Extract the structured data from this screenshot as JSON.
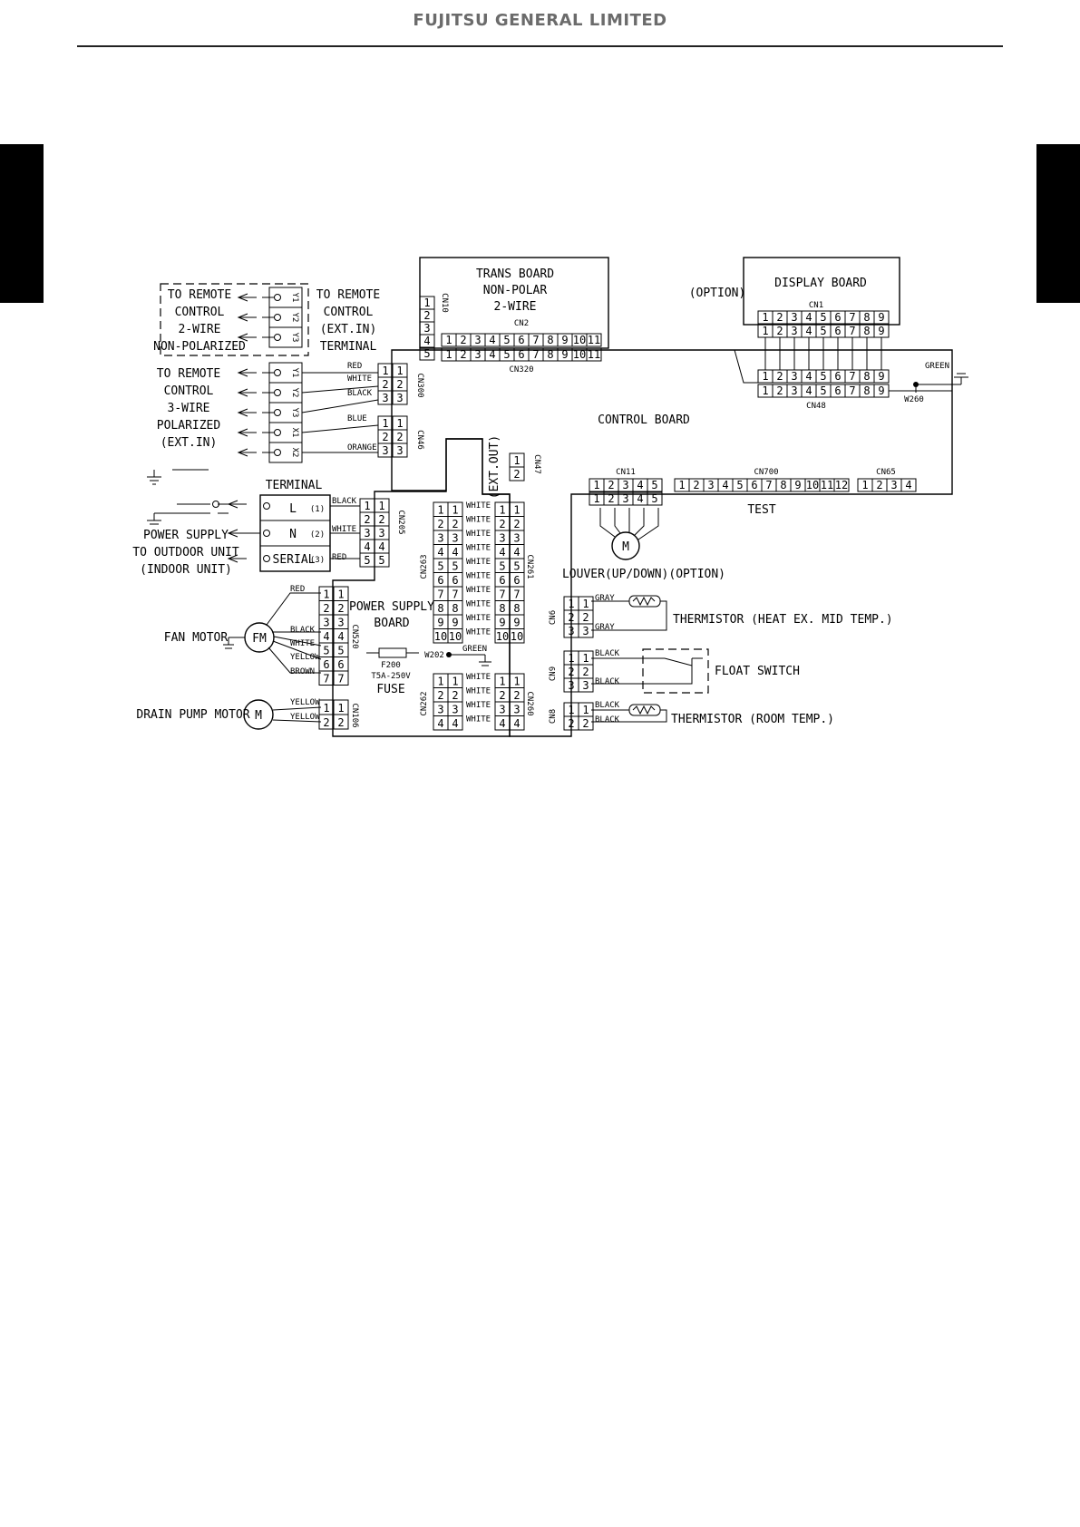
{
  "header": {
    "company": "FUJITSU GENERAL LIMITED"
  },
  "boards": {
    "trans": [
      "TRANS BOARD",
      "NON-POLAR",
      "2-WIRE"
    ],
    "display": "DISPLAY BOARD",
    "option": "(OPTION)",
    "control": "CONTROL BOARD",
    "power": [
      "POWER SUPPLY",
      "BOARD"
    ]
  },
  "remote": {
    "two_wire": [
      "TO REMOTE",
      "CONTROL",
      "2-WIRE",
      "NON-POLARIZED"
    ],
    "ext_in": [
      "TO REMOTE",
      "CONTROL",
      "(EXT.IN)",
      "TERMINAL"
    ],
    "three_wire": [
      "TO REMOTE",
      "CONTROL",
      "3-WIRE",
      "POLARIZED",
      "(EXT.IN)"
    ],
    "terminals_top": [
      "Y1",
      "Y2",
      "Y3"
    ],
    "terminals_bottom": [
      "Y1",
      "Y2",
      "Y3",
      "X1",
      "X2"
    ]
  },
  "terminal": {
    "title": "TERMINAL",
    "rows": [
      "L",
      "N",
      "SERIAL"
    ],
    "nums": [
      "(1)",
      "(2)",
      "(3)"
    ],
    "power_label": [
      "POWER SUPPLY",
      "TO OUTDOOR UNIT",
      "(INDOOR UNIT)"
    ]
  },
  "connectors": {
    "cn1": "CN1",
    "cn2": "CN2",
    "cn320": "CN320",
    "cn48": "CN48",
    "cn10": "CN10",
    "cn300": "CN300",
    "cn46": "CN46",
    "cn47": "CN47",
    "ext_out": "(EXT.OUT)",
    "cn11": "CN11",
    "cn700": "CN700",
    "cn65": "CN65",
    "cn205": "CN205",
    "cn263": "CN263",
    "cn261": "CN261",
    "cn520": "CN520",
    "cn106": "CN106",
    "cn262": "CN262",
    "cn260": "CN260",
    "cn6": "CN6",
    "cn9": "CN9",
    "cn8": "CN8",
    "w202": "W202",
    "w260": "W260"
  },
  "wires": {
    "red": "RED",
    "white": "WHITE",
    "black": "BLACK",
    "blue": "BLUE",
    "orange": "ORANGE",
    "yellow": "YELLOW",
    "brown": "BROWN",
    "gray": "GRAY",
    "green": "GREEN"
  },
  "components": {
    "fan_motor": "FAN MOTOR",
    "fm": "FM",
    "drain_pump": "DRAIN PUMP MOTOR",
    "m": "M",
    "louver": "LOUVER(UP/DOWN)(OPTION)",
    "thermistor_mid": "THERMISTOR (HEAT EX. MID TEMP.)",
    "float_switch": "FLOAT SWITCH",
    "thermistor_room": "THERMISTOR (ROOM TEMP.)",
    "test": "TEST",
    "fuse_id": "F200",
    "fuse_rating": "T5A-250V",
    "fuse": "FUSE"
  },
  "pins": {
    "p2": [
      "1",
      "2"
    ],
    "p3": [
      "1",
      "2",
      "3"
    ],
    "p4": [
      "1",
      "2",
      "3",
      "4"
    ],
    "p5": [
      "1",
      "2",
      "3",
      "4",
      "5"
    ],
    "p7": [
      "1",
      "2",
      "3",
      "4",
      "5",
      "6",
      "7"
    ],
    "p9": [
      "1",
      "2",
      "3",
      "4",
      "5",
      "6",
      "7",
      "8",
      "9"
    ],
    "p10": [
      "1",
      "2",
      "3",
      "4",
      "5",
      "6",
      "7",
      "8",
      "9",
      "10"
    ],
    "p11": [
      "1",
      "2",
      "3",
      "4",
      "5",
      "6",
      "7",
      "8",
      "9",
      "10",
      "11"
    ],
    "p12": [
      "1",
      "2",
      "3",
      "4",
      "5",
      "6",
      "7",
      "8",
      "9",
      "10",
      "11",
      "12"
    ]
  }
}
